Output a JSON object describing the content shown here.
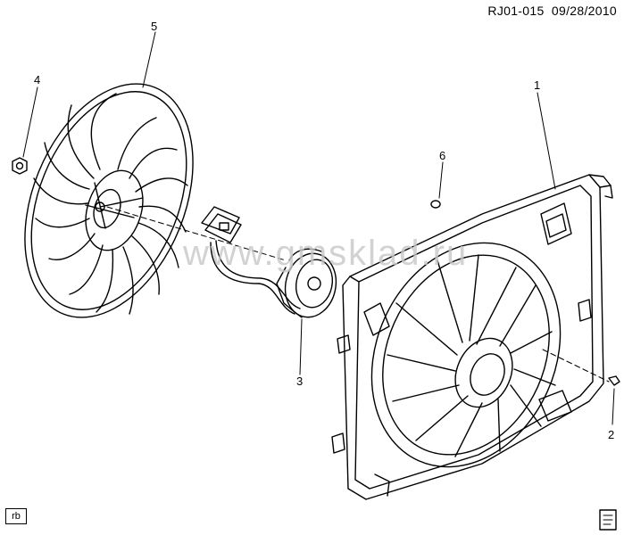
{
  "header": {
    "ref_code": "RJ01-015",
    "date": "09/28/2010"
  },
  "watermark": "www.gmsklad.ru",
  "callouts": {
    "c1": "1",
    "c2": "2",
    "c3": "3",
    "c4": "4",
    "c5": "5",
    "c6": "6"
  },
  "footer": {
    "rb_label": "rb"
  },
  "icons": [
    "cooling-fan-blade",
    "fan-motor",
    "wiring-connector",
    "fan-shroud",
    "nut",
    "bolt",
    "clip",
    "document-icon"
  ]
}
